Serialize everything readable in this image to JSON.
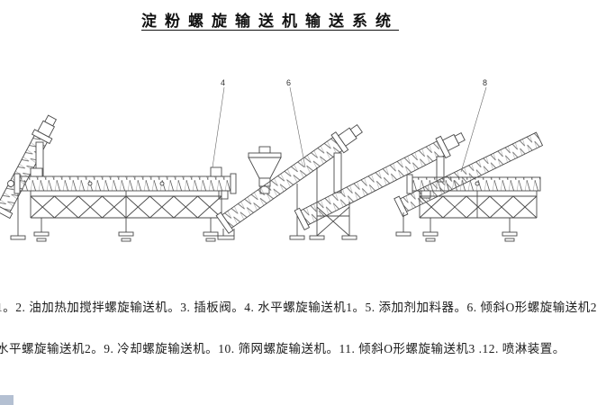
{
  "title": {
    "text": "淀粉螺旋输送机输送系统"
  },
  "legend": {
    "line1": "1。2. 油加热加搅拌螺旋输送机。3. 插板阀。4. 水平螺旋输送机1。5. 添加剂加料器。6. 倾斜O形螺旋输送机2",
    "line2": "水平螺旋输送机2。9. 冷却螺旋输送机。10. 筛网螺旋输送机。11. 倾斜O形螺旋输送机3 .12. 喷淋装置。"
  },
  "callouts": [
    {
      "label": "4"
    },
    {
      "label": "6"
    },
    {
      "label": "8"
    }
  ],
  "colors": {
    "line": "#4a4a4a",
    "text": "#1a1a1a",
    "background": "#ffffff"
  }
}
